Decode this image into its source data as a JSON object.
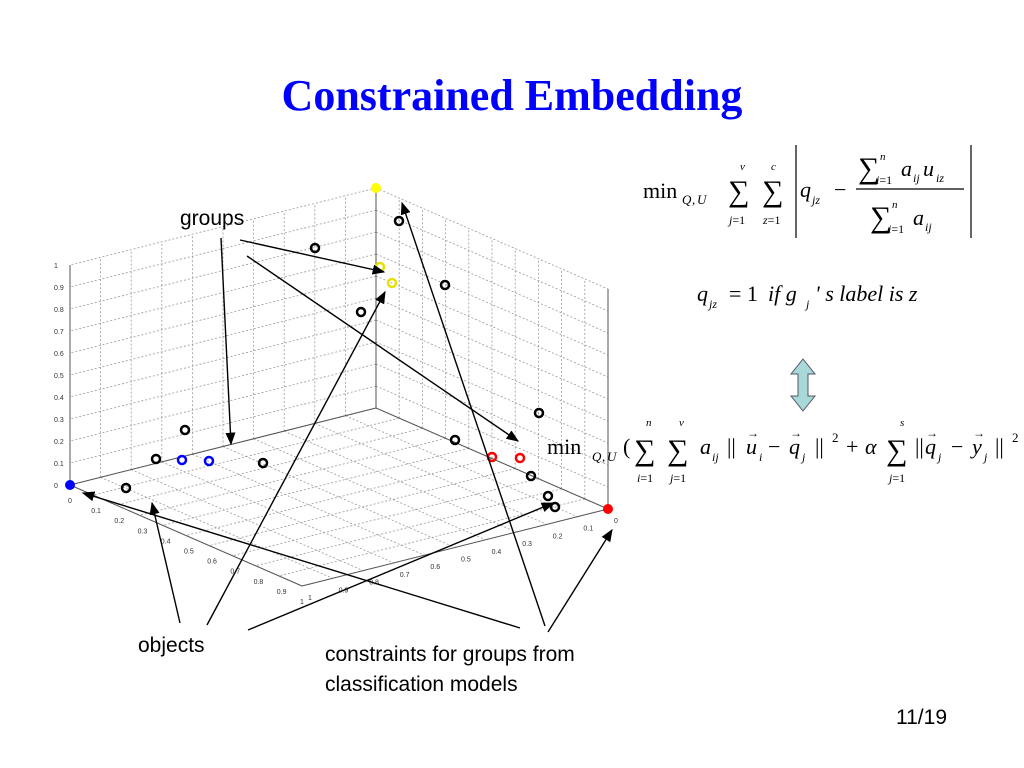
{
  "slide": {
    "title": "Constrained Embedding",
    "page": "11/19"
  },
  "labels": {
    "groups": "groups",
    "objects": "objects",
    "constraints_line1": "constraints for groups from",
    "constraints_line2": "classification models"
  },
  "plot": {
    "z_ticks": [
      "0",
      "0.1",
      "0.2",
      "0.3",
      "0.4",
      "0.5",
      "0.6",
      "0.7",
      "0.8",
      "0.9",
      "1"
    ],
    "x_ticks": [
      "0",
      "0.1",
      "0.2",
      "0.3",
      "0.4",
      "0.5",
      "0.6",
      "0.7",
      "0.8",
      "0.9",
      "1"
    ],
    "y_ticks": [
      "0",
      "0.1",
      "0.2",
      "0.3",
      "0.4",
      "0.5",
      "0.6",
      "0.7",
      "0.8",
      "0.9",
      "1"
    ],
    "corner_markers": {
      "blue": "#0000ff",
      "red": "#ff0000",
      "yellow": "#ffff00"
    },
    "group_colors": {
      "black": "#000000",
      "blue": "#0000ff",
      "red": "#ff0000",
      "yellow": "#e8e000"
    }
  },
  "formulas": {
    "objective1": "min_{Q,U} Σ_{j=1}^{v} Σ_{z=1}^{c} | q_jz − Σ_{i=1}^{n} a_ij u_iz / Σ_{i=1}^{n} a_ij |",
    "label_rule": "q_jz = 1 if g_j 's label is z",
    "objective2": "min_{Q,U} (Σ_{i=1}^{n} Σ_{j=1}^{v} a_ij || u_i − q_j ||^2 + α Σ_{j=1}^{s} || q_j − y_j ||^2"
  },
  "arrow_color": "#a8d8d8"
}
